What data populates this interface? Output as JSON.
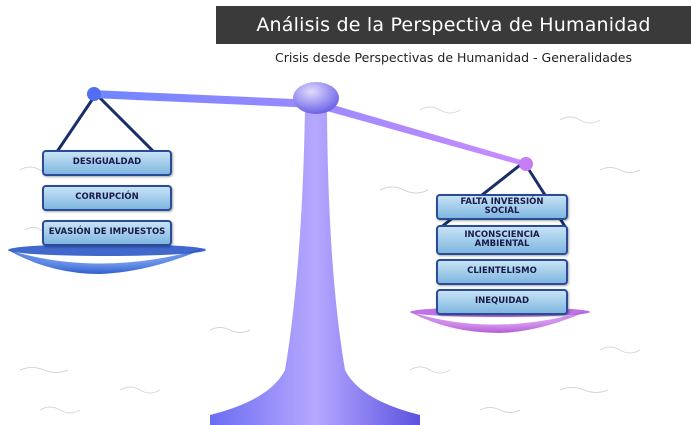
{
  "header": {
    "title": "Análisis de la Perspectiva de Humanidad",
    "subtitle": "Crisis desde Perspectivas de Humanidad - Generalidades"
  },
  "scale": {
    "left_pan_items": [
      "DESIGUALDAD",
      "CORRUPCIÓN",
      "EVASIÓN DE IMPUESTOS"
    ],
    "right_pan_items": [
      "FALTA INVERSIÓN SOCIAL",
      "INCONSCIENCIA AMBIENTAL",
      "CLIENTELISMO",
      "INEQUIDAD"
    ]
  },
  "colors": {
    "title_bar": "#3a3a3a",
    "box_border": "#2a4a9a",
    "scale_left_pan": "#3a6fd8",
    "scale_right_pan": "#c66be0",
    "pillar": "#8f7cff"
  }
}
